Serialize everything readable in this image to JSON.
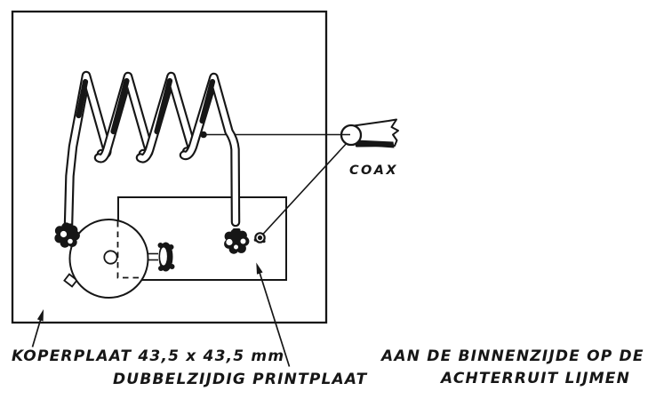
{
  "figure": {
    "type": "hand-drawn construction diagram (rear-window antenna coil on copper plate)",
    "ink_color": "#161616",
    "paper_color": "#ffffff",
    "labels": {
      "koperplaat": "KOPERPLAAT 43,5 x 43,5 mm",
      "printplaat": "DUBBELZIJDIG PRINTPLAAT",
      "coax": "COAX",
      "note_line1": "AAN DE BINNENZIJDE OP DE",
      "note_line2": "ACHTERRUIT LIJMEN"
    },
    "components": [
      "copper-plate-outline",
      "printed-circuit-board-rectangle",
      "air-coil-4-turns",
      "coax-cable-connector",
      "trimmer-disc-with-knob",
      "solder-terminal-left",
      "solder-terminal-right",
      "small-terminal-eyelet",
      "tap-dot-on-coil",
      "pointer-arrow-koperplaat",
      "pointer-arrow-printplaat"
    ]
  }
}
